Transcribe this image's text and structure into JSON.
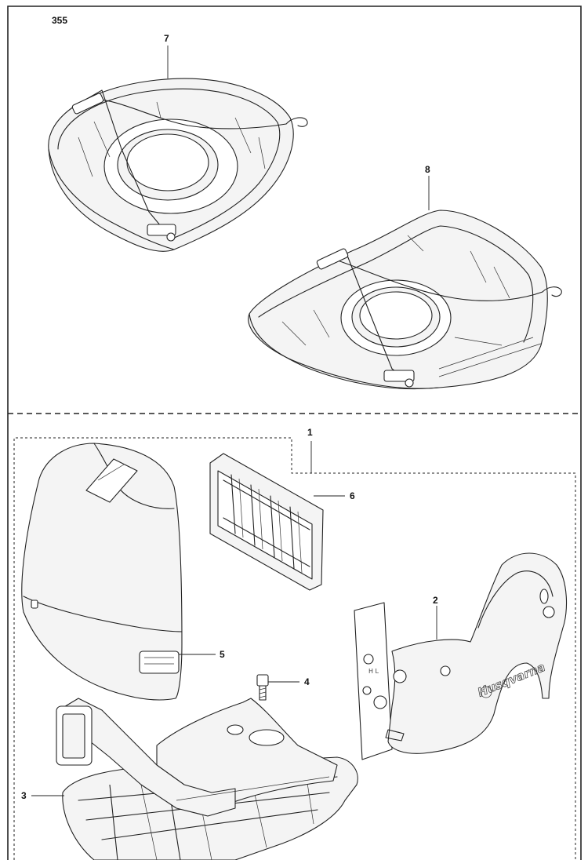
{
  "sheet": {
    "page_number": "355"
  },
  "callouts": {
    "p1": "1",
    "p2": "2",
    "p3": "3",
    "p4": "4",
    "p5": "5",
    "p6": "6",
    "p7": "7",
    "p8": "8"
  },
  "parts": {
    "p2_brand_text": "Husqvarna",
    "p2_switch_marks": "H L"
  },
  "colors": {
    "line": "#222222",
    "fill": "#f4f4f4",
    "background": "#ffffff"
  }
}
